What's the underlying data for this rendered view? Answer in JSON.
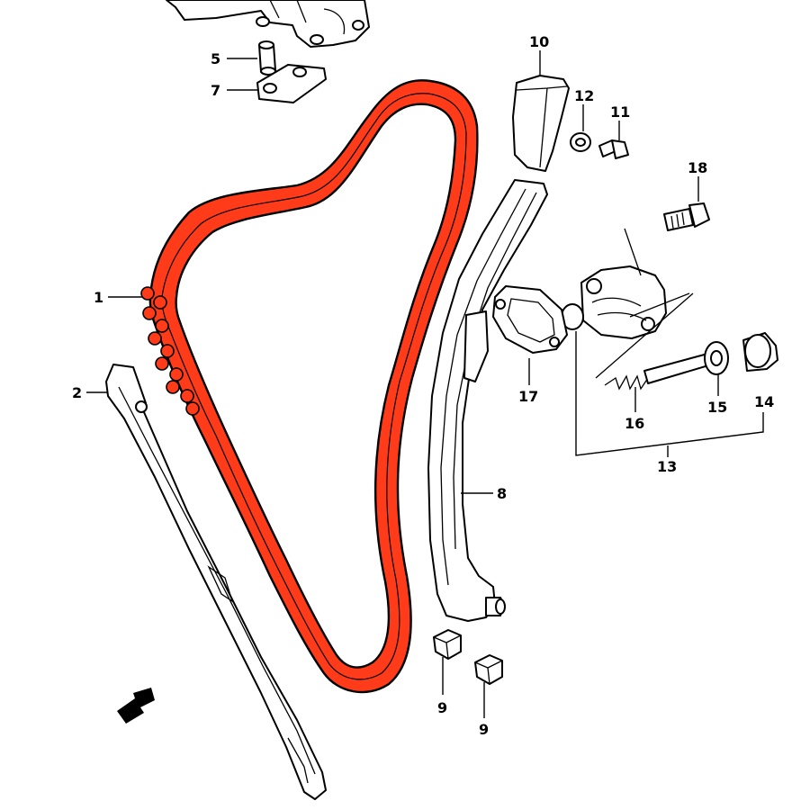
{
  "diagram": {
    "callouts": {
      "p1": "1",
      "p2": "2",
      "p5": "5",
      "p7": "7",
      "p8": "8",
      "p9a": "9",
      "p9b": "9",
      "p10": "10",
      "p11": "11",
      "p12": "12",
      "p13": "13",
      "p14": "14",
      "p15": "15",
      "p16": "16",
      "p17": "17",
      "p18": "18"
    },
    "colors": {
      "chain": "#ff3b1a",
      "line": "#000000",
      "background": "#ffffff"
    }
  }
}
